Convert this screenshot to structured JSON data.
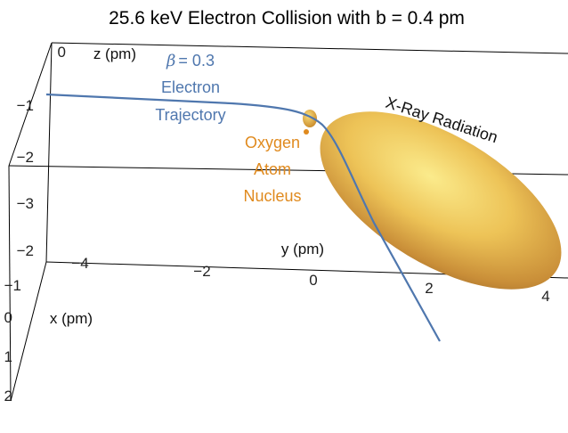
{
  "figure": {
    "title": "25.6 keV Electron Collision with b = 0.4 pm"
  },
  "axes": {
    "z": {
      "label": "z (pm)",
      "ticks": [
        "0",
        "−1",
        "−2",
        "−3"
      ]
    },
    "y": {
      "label": "y (pm)",
      "ticks": [
        "−4",
        "−2",
        "0",
        "2",
        "4"
      ]
    },
    "x": {
      "label": "x (pm)",
      "ticks": [
        "−2",
        "−1",
        "0",
        "1",
        "2"
      ]
    }
  },
  "annotations": {
    "beta_symbol": "β",
    "beta_value": "= 0.3",
    "electron_line1": "Electron",
    "electron_line2": "Trajectory",
    "nucleus_line1": "Oxygen",
    "nucleus_line2": "Atom",
    "nucleus_line3": "Nucleus",
    "radiation": "X-Ray Radiation"
  },
  "colors": {
    "electron": "#4F77AE",
    "nucleus": "#E08A1E",
    "lobe_light": "#F7E37A",
    "lobe_mid": "#E8B84A",
    "lobe_dark": "#A8702A",
    "box": "#000000"
  }
}
